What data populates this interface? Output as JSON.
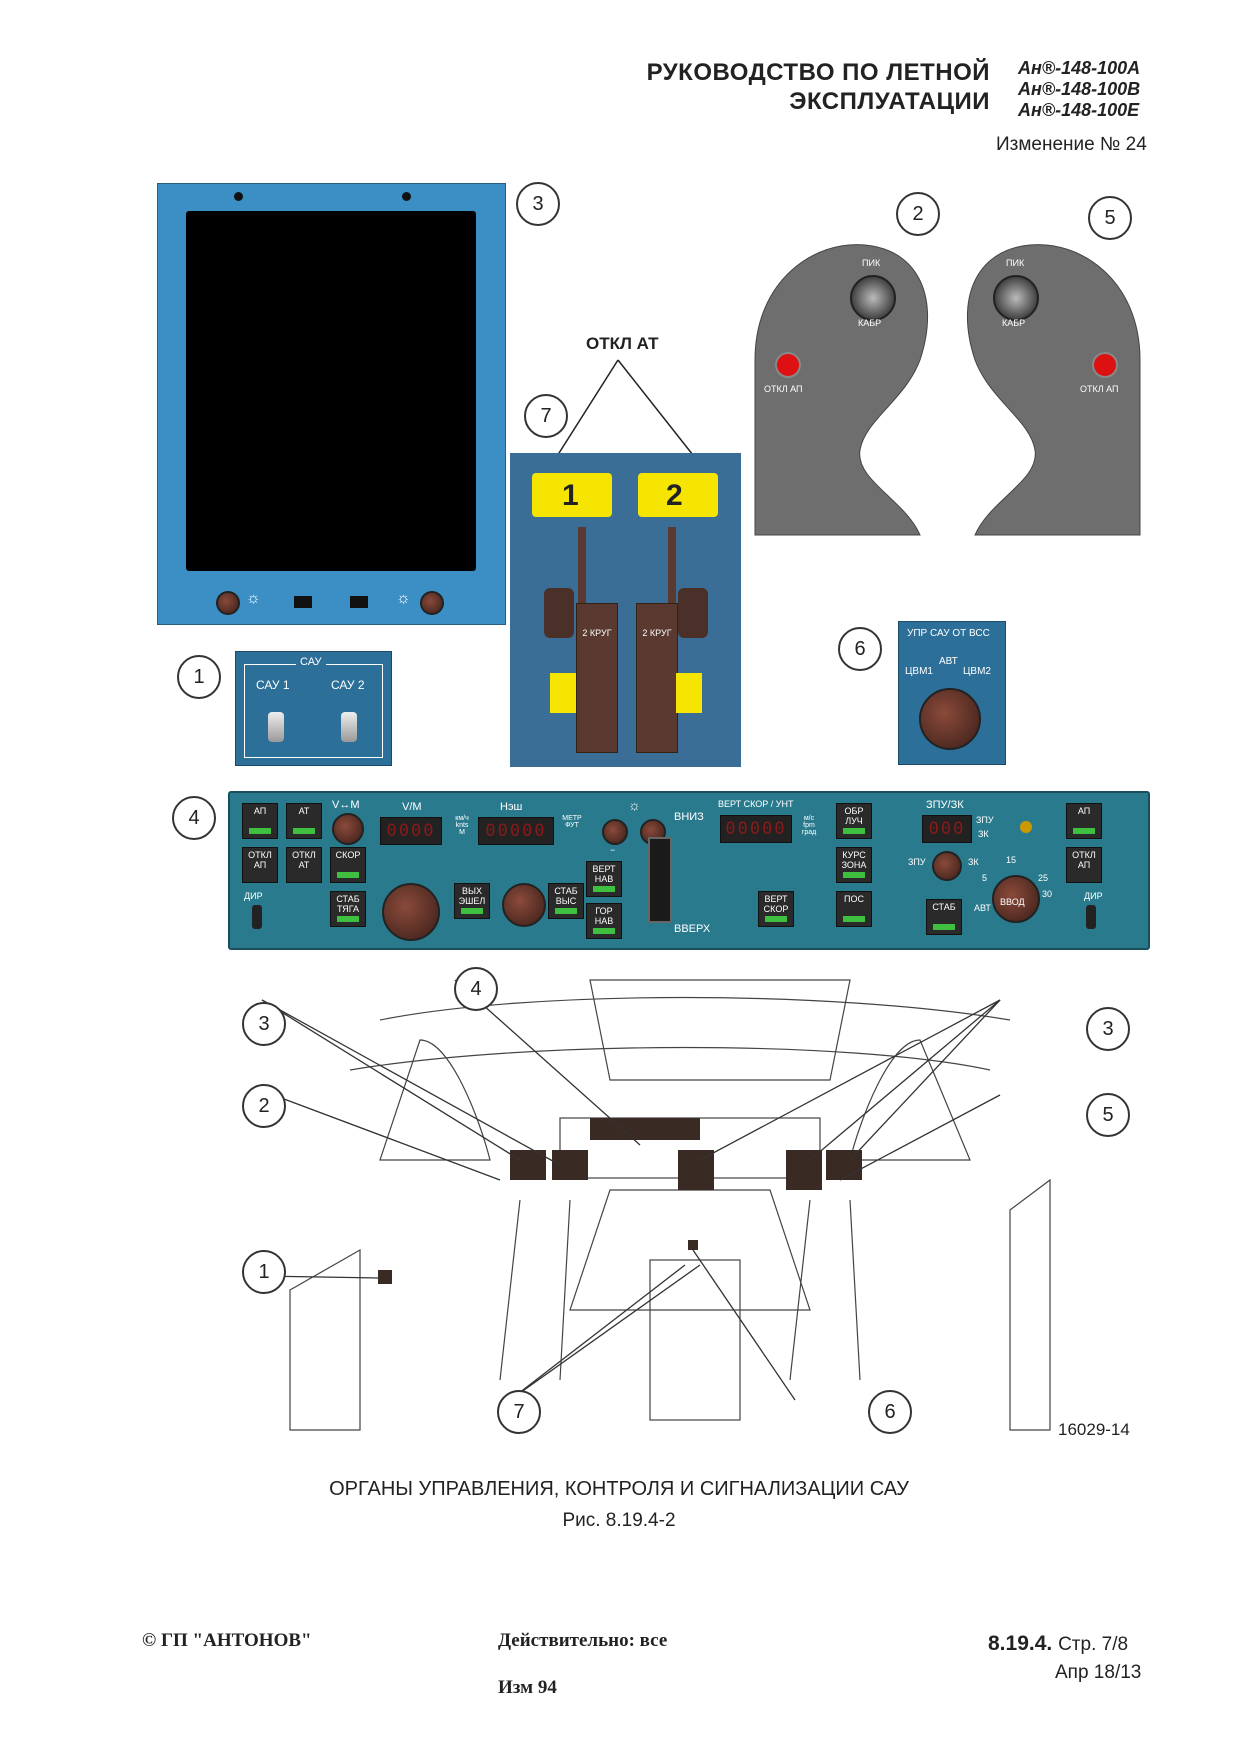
{
  "header": {
    "title_line1": "РУКОВОДСТВО ПО ЛЕТНОЙ",
    "title_line2": "ЭКСПЛУАТАЦИИ",
    "models": [
      "Ан®-148-100А",
      "Ан®-148-100В",
      "Ан®-148-100Е"
    ],
    "revision": "Изменение № 24"
  },
  "callouts": {
    "c1": "1",
    "c2": "2",
    "c3": "3",
    "c4": "4",
    "c5": "5",
    "c6": "6",
    "c7": "7"
  },
  "throttle": {
    "caption": "ОТКЛ АТ",
    "lever1": "1",
    "lever2": "2",
    "sub": "2 КРУГ"
  },
  "yoke": {
    "pik": "ПИК",
    "kabr": "КАБР",
    "otkl_ap": "ОТКЛ АП"
  },
  "sau_panel": {
    "title": "САУ",
    "sw1": "САУ 1",
    "sw2": "САУ 2"
  },
  "selector": {
    "title": "УПР САУ ОТ ВСС",
    "left": "ЦВМ1",
    "mid": "АВТ",
    "right": "ЦВМ2"
  },
  "fcp": {
    "ap": "АП",
    "at": "АТ",
    "vm": "V↔M",
    "vm_disp_label": "V/M",
    "vm_disp": "0000",
    "units_speed": "км/ч knts M",
    "alt_label": "Нэш",
    "alt_disp": "00000",
    "units_alt": "МЕТР ФУТ",
    "otkl_ap": "ОТКЛ АП",
    "otkl_at": "ОТКЛ АТ",
    "skor": "СКОР",
    "dir": "ДИР",
    "stab_tyaga": "СТАБ ТЯГА",
    "vykh_eshel": "ВЫХ ЭШЕЛ",
    "stab_vys": "СТАБ ВЫС",
    "vert_nav": "ВЕРТ НАВ",
    "gor_nav": "ГОР НАВ",
    "vniz": "ВНИЗ",
    "vverkh": "ВВЕРХ",
    "vs_label": "ВЕРТ СКОР / УНТ",
    "vs_disp": "00000",
    "units_vs": "м/с fpm град",
    "vert_skor": "ВЕРТ СКОР",
    "obr_luch": "ОБР ЛУЧ",
    "kurs_zona": "КУРС ЗОНА",
    "pos": "ПОС",
    "zpu_label": "ЗПУ/ЗК",
    "zpu_disp": "000",
    "zpu": "ЗПУ",
    "zk": "ЗК",
    "stab": "СТАБ",
    "avt": "АВТ",
    "vvod": "ВВОД",
    "scale": [
      "5",
      "15",
      "25",
      "30"
    ],
    "minus": "−",
    "plus": "+"
  },
  "figure": {
    "drawing_no": "16029-14",
    "caption": "ОРГАНЫ УПРАВЛЕНИЯ, КОНТРОЛЯ И СИГНАЛИЗАЦИИ САУ",
    "number": "Рис. 8.19.4-2"
  },
  "footer": {
    "company": "© ГП \"АНТОНОВ\"",
    "validity": "Действительно: все",
    "change": "Изм 94",
    "section": "8.19.4.",
    "page": "Стр. 7/8",
    "date": "Апр 18/13"
  }
}
